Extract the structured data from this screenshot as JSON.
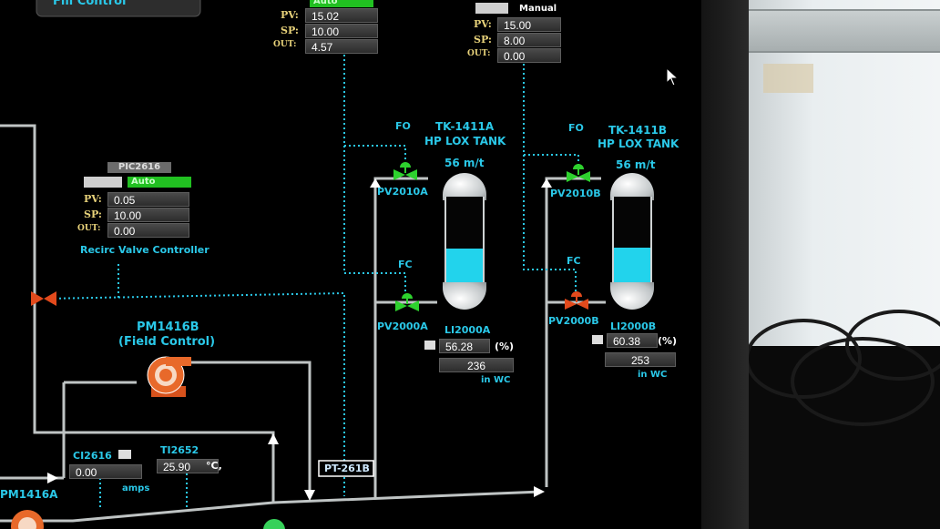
{
  "top_controller_left": {
    "pv_label": "PV:",
    "pv": "15.02",
    "sp_label": "SP:",
    "sp": "10.00",
    "out_label": "OUT:",
    "out": "4.57",
    "mode": "Auto"
  },
  "top_controller_right": {
    "mode": "Manual",
    "pv_label": "PV:",
    "pv": "15.00",
    "sp_label": "SP:",
    "sp": "8.00",
    "out_label": "OUT:",
    "out": "0.00"
  },
  "header_fragment": "Fill Control",
  "recirc_controller": {
    "tag": "PIC2616",
    "mode": "Auto",
    "pv_label": "PV:",
    "pv": "0.05",
    "sp_label": "SP:",
    "sp": "10.00",
    "out_label": "OUT:",
    "out": "0.00",
    "title": "Recirc Valve Controller"
  },
  "tank_a": {
    "name": "TK-1411A",
    "desc": "HP LOX TANK",
    "capacity": "56 m/t",
    "level_fraction": 0.42,
    "level_tag": "LI2000A",
    "level_pct": "56.28",
    "pct_unit": "(%)",
    "wc_value": "236",
    "wc_unit": "in WC"
  },
  "tank_b": {
    "name": "TK-1411B",
    "desc": "HP LOX TANK",
    "capacity": "56 m/t",
    "level_fraction": 0.43,
    "level_tag": "LI2000B",
    "level_pct": "60.38",
    "pct_unit": "(%)",
    "wc_value": "253",
    "wc_unit": "in WC"
  },
  "valves": {
    "pv2010a": {
      "tag": "PV2010A",
      "fail": "FO"
    },
    "pv2000a": {
      "tag": "PV2000A",
      "fail": "FC"
    },
    "pv2010b": {
      "tag": "PV2010B",
      "fail": "FO"
    },
    "pv2000b": {
      "tag": "PV2000B",
      "fail": "FC"
    }
  },
  "pump": {
    "name": "PM1416B",
    "mode": "(Field Control)",
    "left_name": "PM1416A"
  },
  "current": {
    "tag": "CI2616",
    "value": "0.00",
    "unit": "amps"
  },
  "temp": {
    "tag": "TI2652",
    "value": "25.90",
    "unit": "°C,"
  },
  "pressure": {
    "tag": "PT-261B"
  },
  "colors": {
    "accent": "#2ac8e8",
    "valve_open": "#2ed12e",
    "valve_closed": "#e24a1c",
    "tank_fill": "#22d3ec"
  }
}
